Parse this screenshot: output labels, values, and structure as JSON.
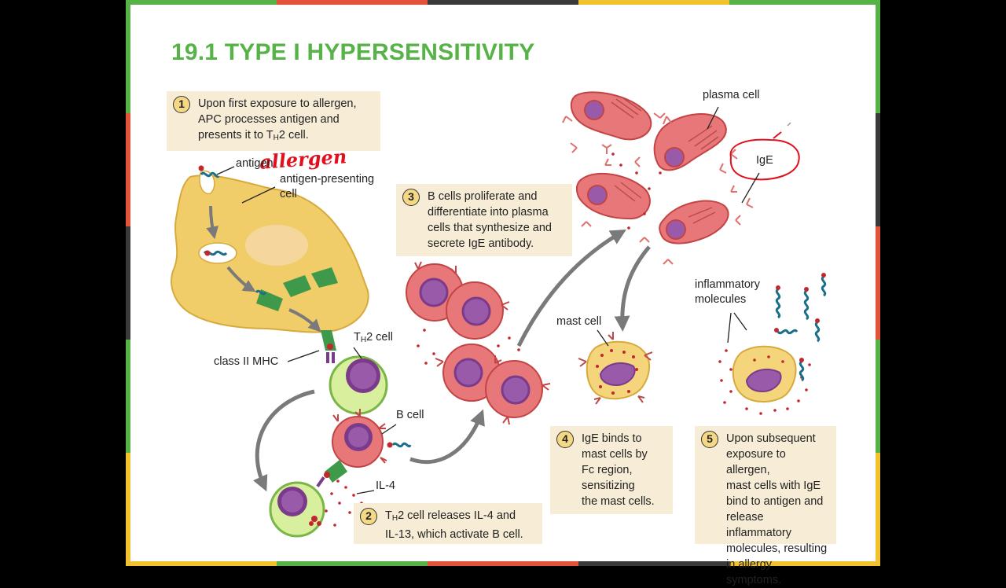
{
  "title": "19.1 TYPE I HYPERSENSITIVITY",
  "steps": [
    {
      "number": "1",
      "lines": [
        "Upon first exposure to allergen,",
        "APC processes antigen and",
        "presents it to T|H|2 cell."
      ]
    },
    {
      "number": "2",
      "lines": [
        "T|H|2 cell releases IL-4 and",
        "IL-13, which activate B cell."
      ]
    },
    {
      "number": "3",
      "lines": [
        "B cells proliferate and",
        "differentiate into plasma",
        "cells that synthesize and",
        "secrete IgE antibody."
      ]
    },
    {
      "number": "4",
      "lines": [
        "IgE binds to",
        "mast cells by",
        "Fc region,",
        "sensitizing",
        "the mast cells."
      ]
    },
    {
      "number": "5",
      "lines": [
        "Upon subsequent",
        "exposure to allergen,",
        "mast cells with IgE",
        "bind to antigen and",
        "release inflammatory",
        "molecules, resulting",
        "in allergy symptoms."
      ]
    }
  ],
  "labels": {
    "antigen": "antigen",
    "apc": [
      "antigen-presenting",
      "cell"
    ],
    "th2_pre": "T",
    "th2_sub": "H",
    "th2_post": "2 cell",
    "class2": "class II MHC",
    "bcell": "B cell",
    "il4": "IL-4",
    "plasma": "plasma cell",
    "ige": "IgE",
    "mast": "mast cell",
    "inflam": [
      "inflammatory",
      "molecules"
    ]
  },
  "annotation": "allergen",
  "colors": {
    "title": "#57b347",
    "box": "#f7ecd5",
    "number_badge": "#f5d884",
    "annotation": "#e0101c",
    "border_segments": [
      "#57b347",
      "#e2533a",
      "#3a3a3a",
      "#f2c12e",
      "#57b347",
      "#e2533a"
    ]
  }
}
